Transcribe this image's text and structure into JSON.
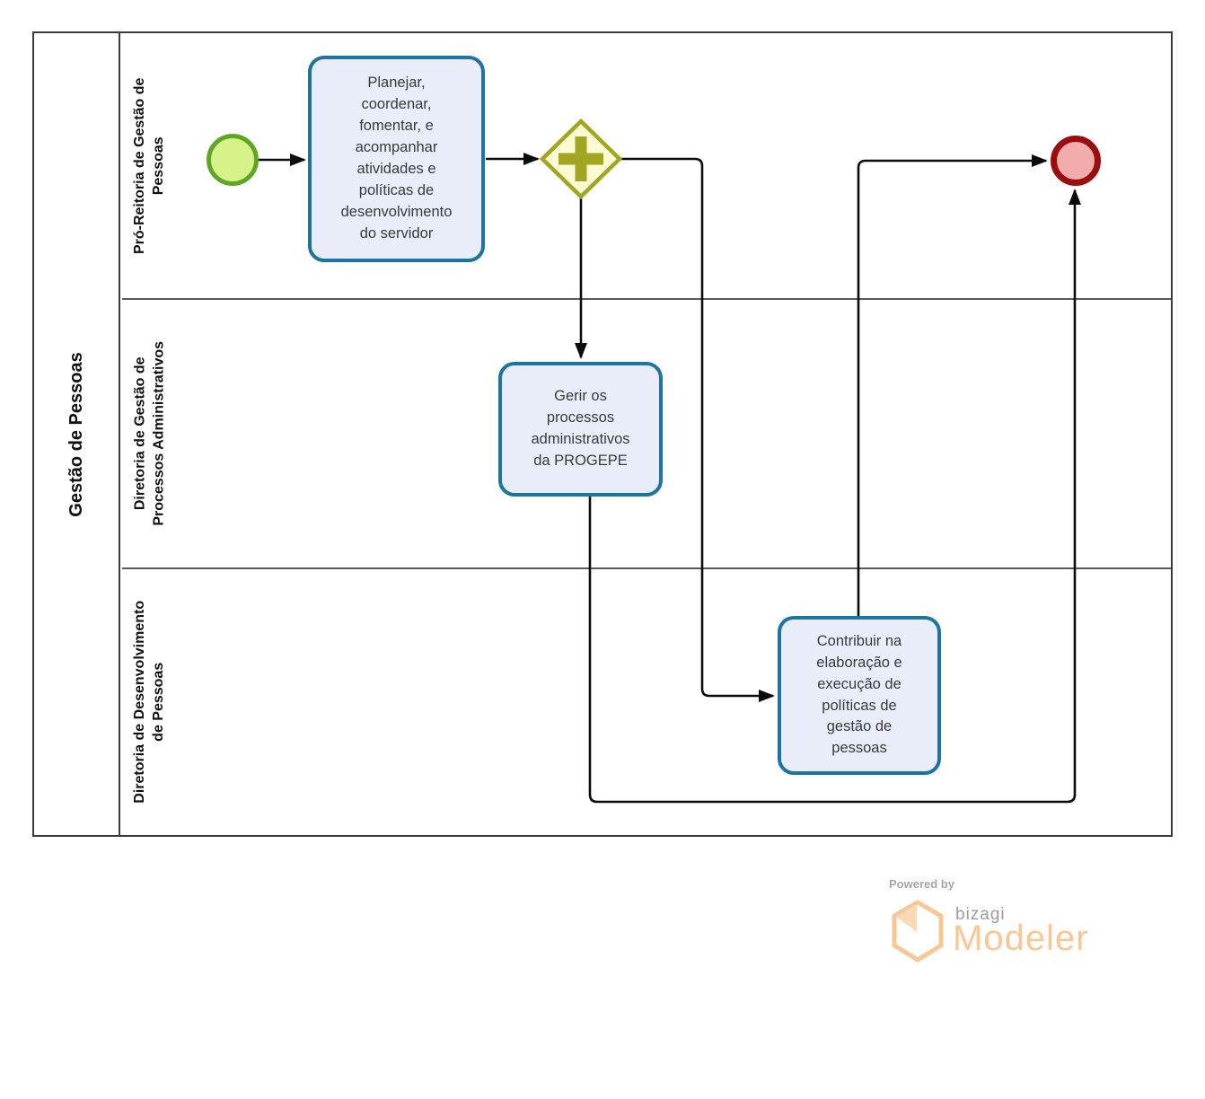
{
  "pool": {
    "label": "Gestão de Pessoas"
  },
  "lanes": [
    {
      "label": "Pró-Reitoria de Gestão de Pessoas"
    },
    {
      "label": "Diretoria de Gestão de Processos Administrativos"
    },
    {
      "label": "Diretoria de Desenvolvimento de Pessoas"
    }
  ],
  "nodes": {
    "start_event": {
      "type": "start-event",
      "lane": "Pró-Reitoria de Gestão de Pessoas"
    },
    "task_planejar": {
      "type": "task",
      "label": "Planejar, coordenar, fomentar, e acompanhar atividades e políticas de desenvolvimento do servidor"
    },
    "gateway_parallel": {
      "type": "parallel-gateway"
    },
    "task_gerir": {
      "type": "task",
      "label": "Gerir os processos administrativos da PROGEPE"
    },
    "task_contribuir": {
      "type": "task",
      "label": "Contribuir na elaboração e execução de políticas de gestão de pessoas"
    },
    "end_event": {
      "type": "end-event",
      "lane": "Pró-Reitoria de Gestão de Pessoas"
    }
  },
  "flows": [
    {
      "from": "start_event",
      "to": "task_planejar"
    },
    {
      "from": "task_planejar",
      "to": "gateway_parallel"
    },
    {
      "from": "gateway_parallel",
      "to": "task_gerir"
    },
    {
      "from": "gateway_parallel",
      "to": "task_contribuir"
    },
    {
      "from": "task_gerir",
      "to": "end_event"
    },
    {
      "from": "task_contribuir",
      "to": "end_event"
    }
  ],
  "branding": {
    "powered_by": "Powered by",
    "brand": "bizagi",
    "product": "Modeler"
  },
  "colors": {
    "pool_border": "#3a3a3a",
    "lane_line": "#5a5a5a",
    "label_color": "#101010",
    "task_border": "#1b74a1",
    "task_fill": "#e9edf9",
    "task_text": "#3a3a3a",
    "start_border": "#5ea722",
    "start_fill": "#d6f289",
    "end_border": "#9b0e0d",
    "end_fill": "#f1adab",
    "gateway_border": "#a2a51f",
    "gateway_fill": "#fbfbd3",
    "flow_color": "#0b0b0b",
    "brand_orange": "#f8c795",
    "brand_fold": "#fbd9b8",
    "brand_gray": "#9c9c9c",
    "powered_gray": "#a6a6a6"
  }
}
